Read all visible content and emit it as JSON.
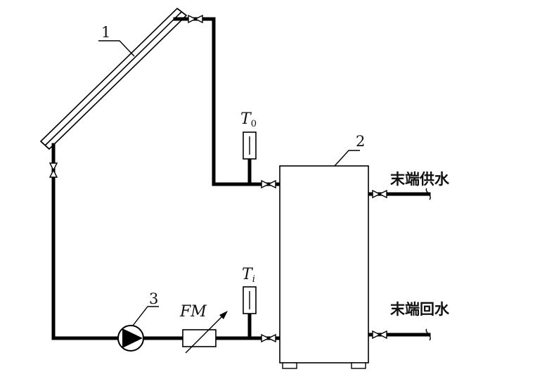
{
  "labels": {
    "collector": "1",
    "tank": "2",
    "pump": "3",
    "flowmeter_letter": "FM",
    "t_out_letter": "T",
    "t_out_sub": "0",
    "t_in_letter": "T",
    "t_in_sub": "i",
    "supply": "末端供水",
    "return": "末端回水"
  }
}
